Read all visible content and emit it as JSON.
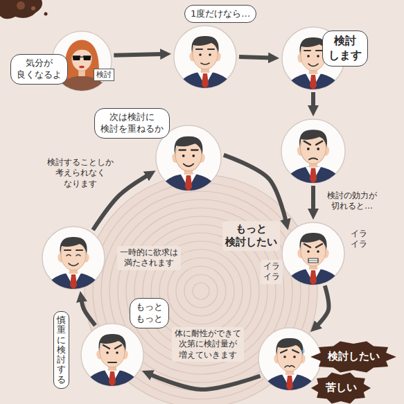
{
  "diagram": {
    "nodes": [
      {
        "text": [
          "気分が 良くなるよ",
          "検討"
        ]
      },
      {
        "text": [
          "1度だけなら…"
        ]
      },
      {
        "text": [
          "検討 します"
        ]
      },
      {
        "text": [
          "検討の効力が 切れると…"
        ]
      },
      {
        "text": [
          "もっと 検討したい",
          "イラ イラ",
          "イラ イラ"
        ]
      },
      {
        "text": [
          "検討したい",
          "苦しい"
        ]
      },
      {
        "text": [
          "もっと もっと",
          "慎重に 検討する"
        ]
      },
      {
        "text": [
          "一時的に欲求は 満たされます"
        ]
      },
      {
        "text": [
          "次は検討に 検討を重ねるか"
        ]
      }
    ],
    "edges": [
      {
        "from": 0,
        "to": 1,
        "arrow": "to"
      },
      {
        "from": 1,
        "to": 2,
        "arrow": "to"
      },
      {
        "from": 2,
        "to": 3,
        "arrow": "to"
      },
      {
        "from": 3,
        "to": 4,
        "arrow": "to"
      },
      {
        "from": 4,
        "to": 5,
        "arrow": "to"
      },
      {
        "from": 5,
        "to": 6,
        "arrow": "to"
      },
      {
        "from": 6,
        "to": 7,
        "arrow": "to"
      },
      {
        "from": 7,
        "to": 8,
        "arrow": "to"
      },
      {
        "from": 8,
        "to": 4,
        "arrow": "to"
      }
    ],
    "labels": [
      "検討することしか 考えられなく なります",
      "体に耐性ができて 次第に検討量が 増えていきます"
    ]
  }
}
